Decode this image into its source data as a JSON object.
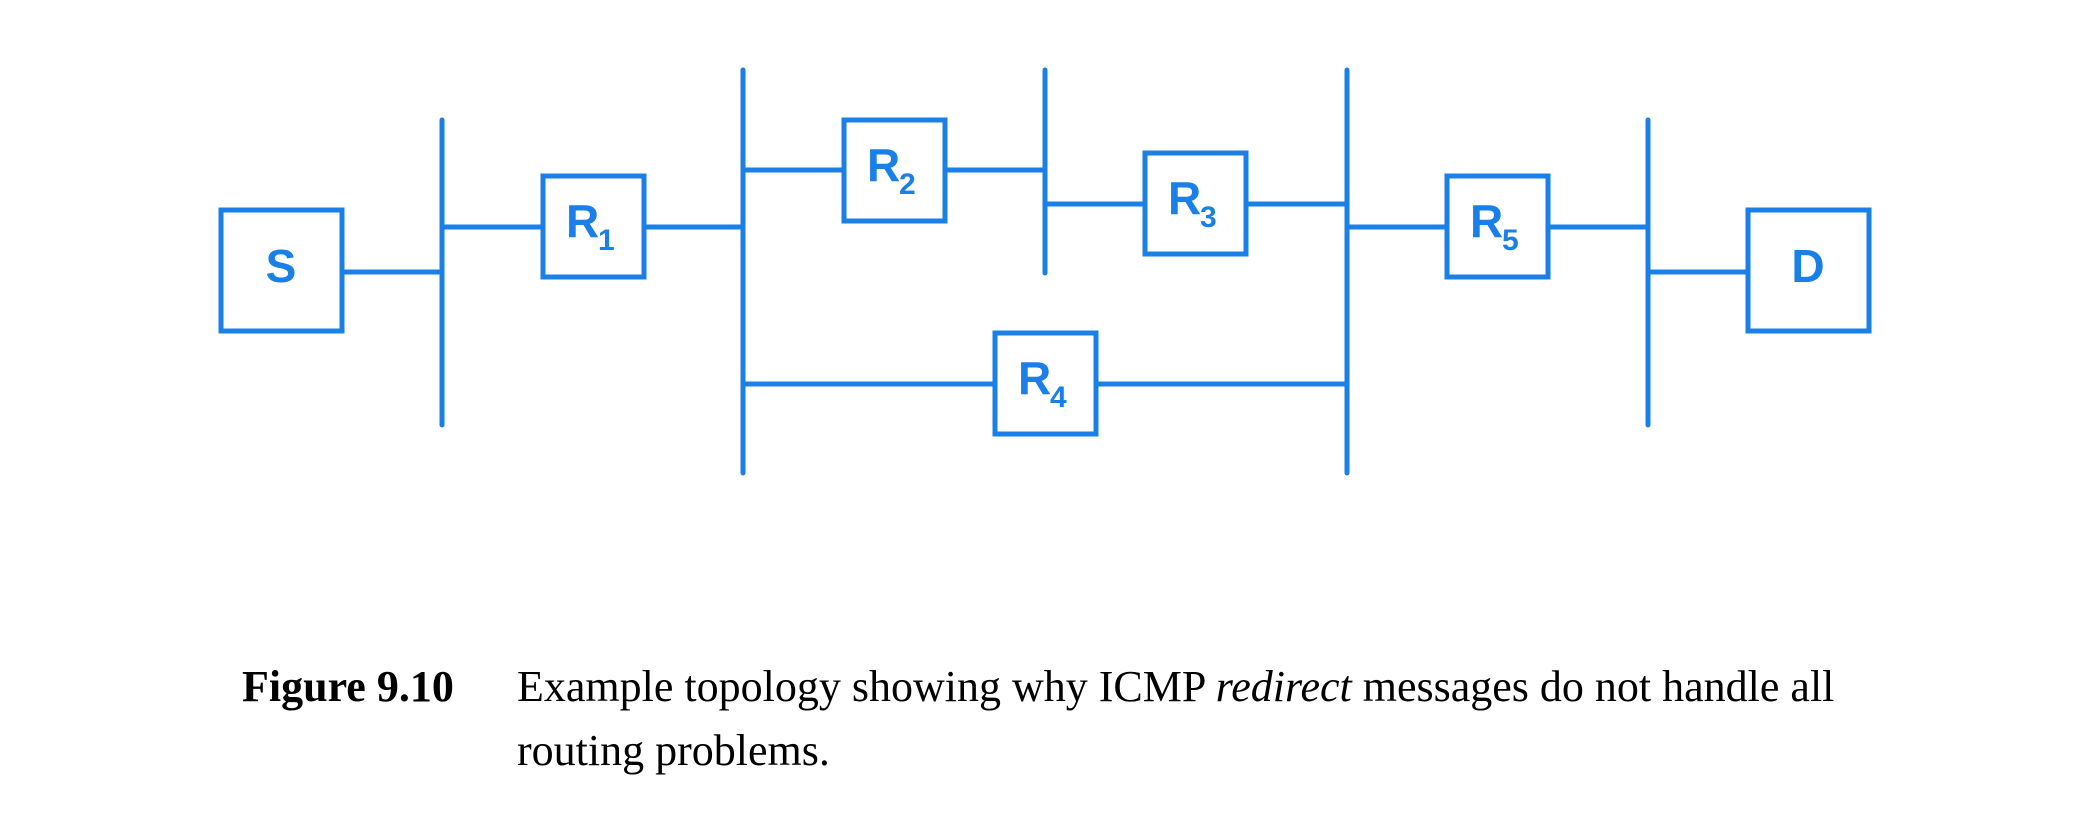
{
  "diagram": {
    "nodes": [
      {
        "id": "S",
        "label": "S",
        "sub": ""
      },
      {
        "id": "R1",
        "label": "R",
        "sub": "1"
      },
      {
        "id": "R2",
        "label": "R",
        "sub": "2"
      },
      {
        "id": "R3",
        "label": "R",
        "sub": "3"
      },
      {
        "id": "R4",
        "label": "R",
        "sub": "4"
      },
      {
        "id": "R5",
        "label": "R",
        "sub": "5"
      },
      {
        "id": "D",
        "label": "D",
        "sub": ""
      }
    ],
    "colors": {
      "stroke": "#1a7fe6"
    }
  },
  "caption": {
    "number": "Figure 9.10",
    "text_before": "Example topology showing why ICMP ",
    "text_emph": "redirect",
    "text_after": " messages do not handle all routing problems."
  }
}
